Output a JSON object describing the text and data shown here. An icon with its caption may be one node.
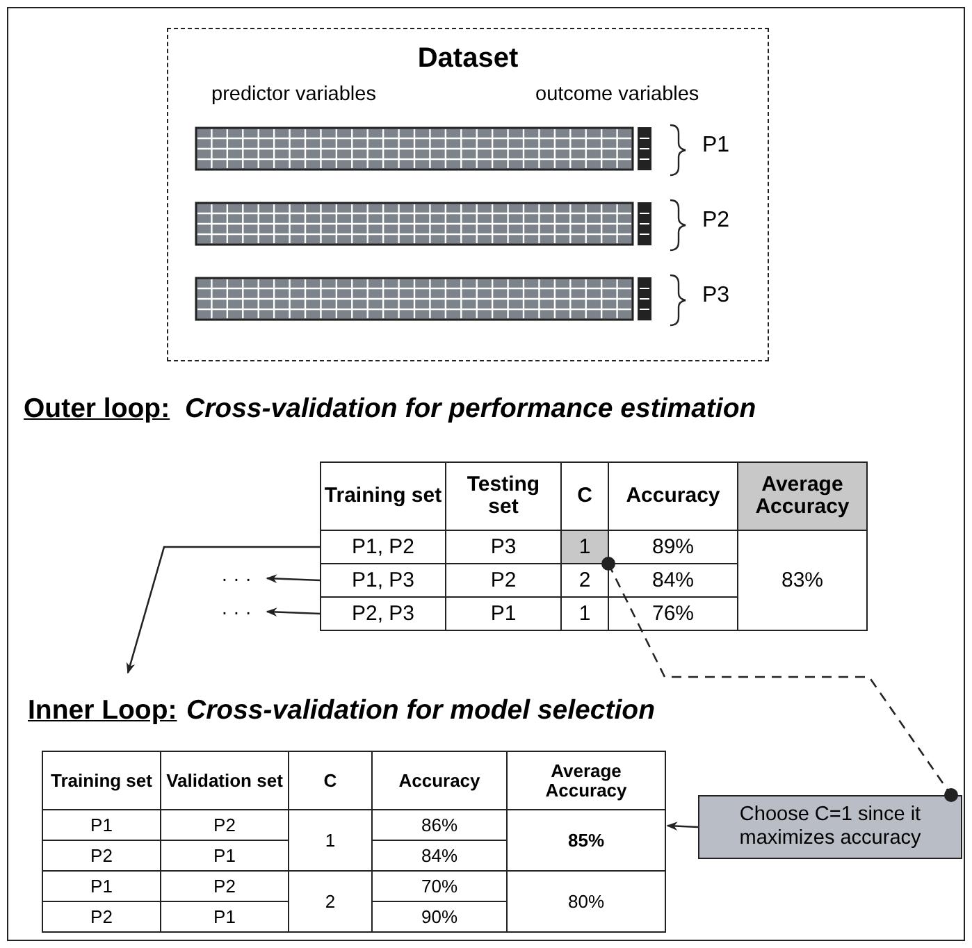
{
  "diagram": {
    "nodes": [
      {
        "text": [
          "Dataset"
        ]
      },
      {
        "text": [],
        "shape": "box"
      },
      {
        "text": [
          "P1, P2"
        ],
        "in": 1
      },
      {
        "text": [
          "1"
        ],
        "in": 1
      },
      {
        "text": [
          "P1, P3"
        ],
        "in": 1
      },
      {
        "text": [
          "P2, P3"
        ],
        "in": 1
      },
      {
        "text": [
          "· · ·"
        ]
      },
      {
        "text": [
          "· · ·"
        ]
      },
      {
        "text": [],
        "shape": "box"
      },
      {
        "text": [
          "Choose C=1 since it maximizes accuracy"
        ]
      }
    ],
    "edges": [
      {
        "from": 2,
        "to": 8,
        "arrow": "to"
      },
      {
        "from": 4,
        "to": 6,
        "arrow": "to"
      },
      {
        "from": 5,
        "to": 7,
        "arrow": "to"
      },
      {
        "from": 3,
        "to": 9,
        "arrow": "other",
        "style": "dashed"
      },
      {
        "from": 9,
        "to": 8,
        "arrow": "to"
      }
    ],
    "labels": [
      "predictor variables",
      "outcome variables",
      "P1",
      "P2",
      "P3",
      "Outer loop:",
      "Cross-validation for performance estimation",
      "Training set",
      "Testing set",
      "C",
      "Accuracy",
      "Average Accuracy",
      "P3",
      "89%",
      "P2",
      "2",
      "84%",
      "83%",
      "P1",
      "1",
      "76%",
      "Inner Loop:",
      "Cross-validation for model selection",
      "Training set",
      "Validation set",
      "C",
      "Accuracy",
      "Average Accuracy",
      "P1",
      "P2",
      "1",
      "86%",
      "85%",
      "P2",
      "P1",
      "84%",
      "P1",
      "P2",
      "2",
      "70%",
      "80%",
      "P2",
      "P1",
      "90%"
    ]
  }
}
